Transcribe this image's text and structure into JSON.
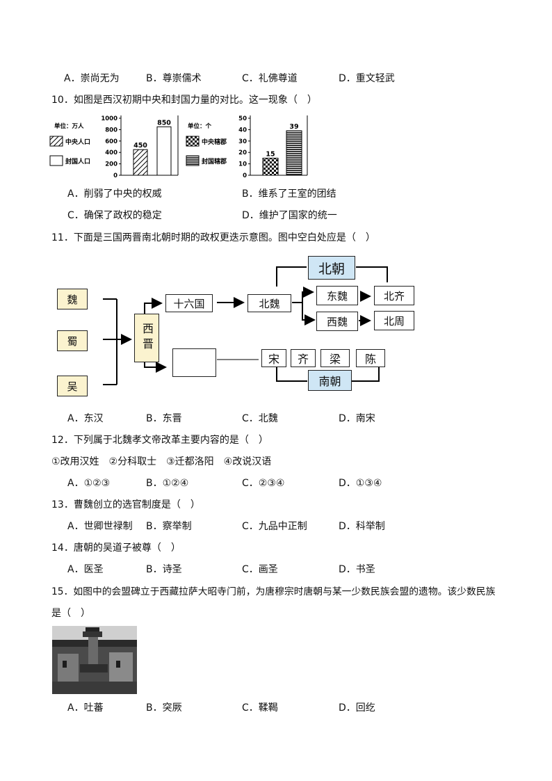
{
  "q9": {
    "options": [
      "A．崇尚无为",
      "B．尊崇儒术",
      "C．礼佛尊道",
      "D．重文轻武"
    ]
  },
  "q10": {
    "stem": "10．如图是西汉初期中央和封国力量的对比。这一现象（　）",
    "options": [
      "A．削弱了中央的权威",
      "B．维系了王室的团结",
      "C．确保了政权的稳定",
      "D．维护了国家的统一"
    ]
  },
  "chart_data": [
    {
      "type": "bar",
      "unit_label": "单位：万人",
      "categories": [
        "中央人口",
        "封国人口"
      ],
      "values": [
        450,
        850
      ],
      "yticks": [
        0,
        200,
        400,
        600,
        800,
        1000
      ],
      "ylim": [
        0,
        1000
      ],
      "legend": [
        "中央人口",
        "封国人口"
      ]
    },
    {
      "type": "bar",
      "unit_label": "单位：个",
      "categories": [
        "中央辖郡",
        "封国辖郡"
      ],
      "values": [
        15,
        39
      ],
      "yticks": [
        0,
        10,
        20,
        30,
        40,
        50
      ],
      "ylim": [
        0,
        50
      ],
      "legend": [
        "中央辖郡",
        "封国辖郡"
      ]
    }
  ],
  "q11": {
    "stem": "11．下面是三国两晋南北朝时期的政权更迭示意图。图中空白处应是（　）",
    "diagram": {
      "wei": "魏",
      "shu": "蜀",
      "wu": "吴",
      "xijin": "西晋",
      "shiliuguo": "十六国",
      "beiwei": "北魏",
      "beichao": "北朝",
      "dongwei": "东魏",
      "xiwei": "西魏",
      "beiqi": "北齐",
      "beizhou": "北周",
      "song": "宋",
      "qi": "齐",
      "liang": "梁",
      "chen": "陈",
      "nanchao": "南朝"
    },
    "options": [
      "A．东汉",
      "B．东晋",
      "C．北魏",
      "D．南宋"
    ]
  },
  "q12": {
    "stem": "12．下列属于北魏孝文帝改革主要内容的是（　）",
    "items": "①改用汉姓　②分科取士　③迁都洛阳　④改说汉语",
    "options": [
      "A．①②③",
      "B．①②④",
      "C．②③④",
      "D．①③④"
    ]
  },
  "q13": {
    "stem": "13．曹魏创立的选官制度是（　）",
    "options": [
      "A．世卿世禄制",
      "B．察举制",
      "C．九品中正制",
      "D．科举制"
    ]
  },
  "q14": {
    "stem": "14．唐朝的吴道子被尊（　）",
    "options": [
      "A．医圣",
      "B．诗圣",
      "C．画圣",
      "D．书圣"
    ]
  },
  "q15": {
    "stem_line1": "15．如图中的会盟碑立于西藏拉萨大昭寺门前，为唐穆宗时唐朝与某一少数民族会盟的遗物。该少数民族",
    "stem_line2": "是（　）",
    "options": [
      "A．吐蕃",
      "B．突厥",
      "C．鞣鞨",
      "D．回纥"
    ]
  },
  "colors": {
    "highlight_box": "#cfe6f5",
    "beige_box": "#fbf3cf"
  }
}
